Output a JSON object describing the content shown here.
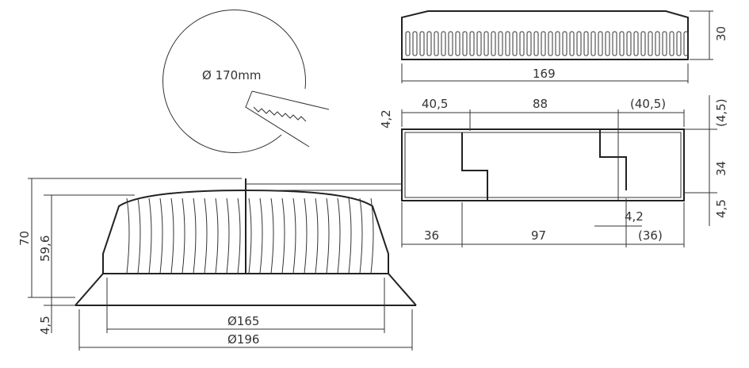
{
  "circle_detail": {
    "label": "Ø 170mm"
  },
  "driver_side": {
    "width": "169",
    "height": "30"
  },
  "driver_top": {
    "top_left": "40,5",
    "top_mid": "88",
    "top_right": "(40,5)",
    "right_top": "(4,5)",
    "left_small": "4,2",
    "right_mid": "34",
    "right_bottom": "4,5",
    "bottom_left": "36",
    "bottom_mid": "97",
    "bottom_right": "(36)",
    "hole": "4,2"
  },
  "luminaire": {
    "height_total": "70",
    "height_body": "59,6",
    "height_flange": "4,5",
    "diam_cutout": "Ø165",
    "diam_outer": "Ø196"
  }
}
